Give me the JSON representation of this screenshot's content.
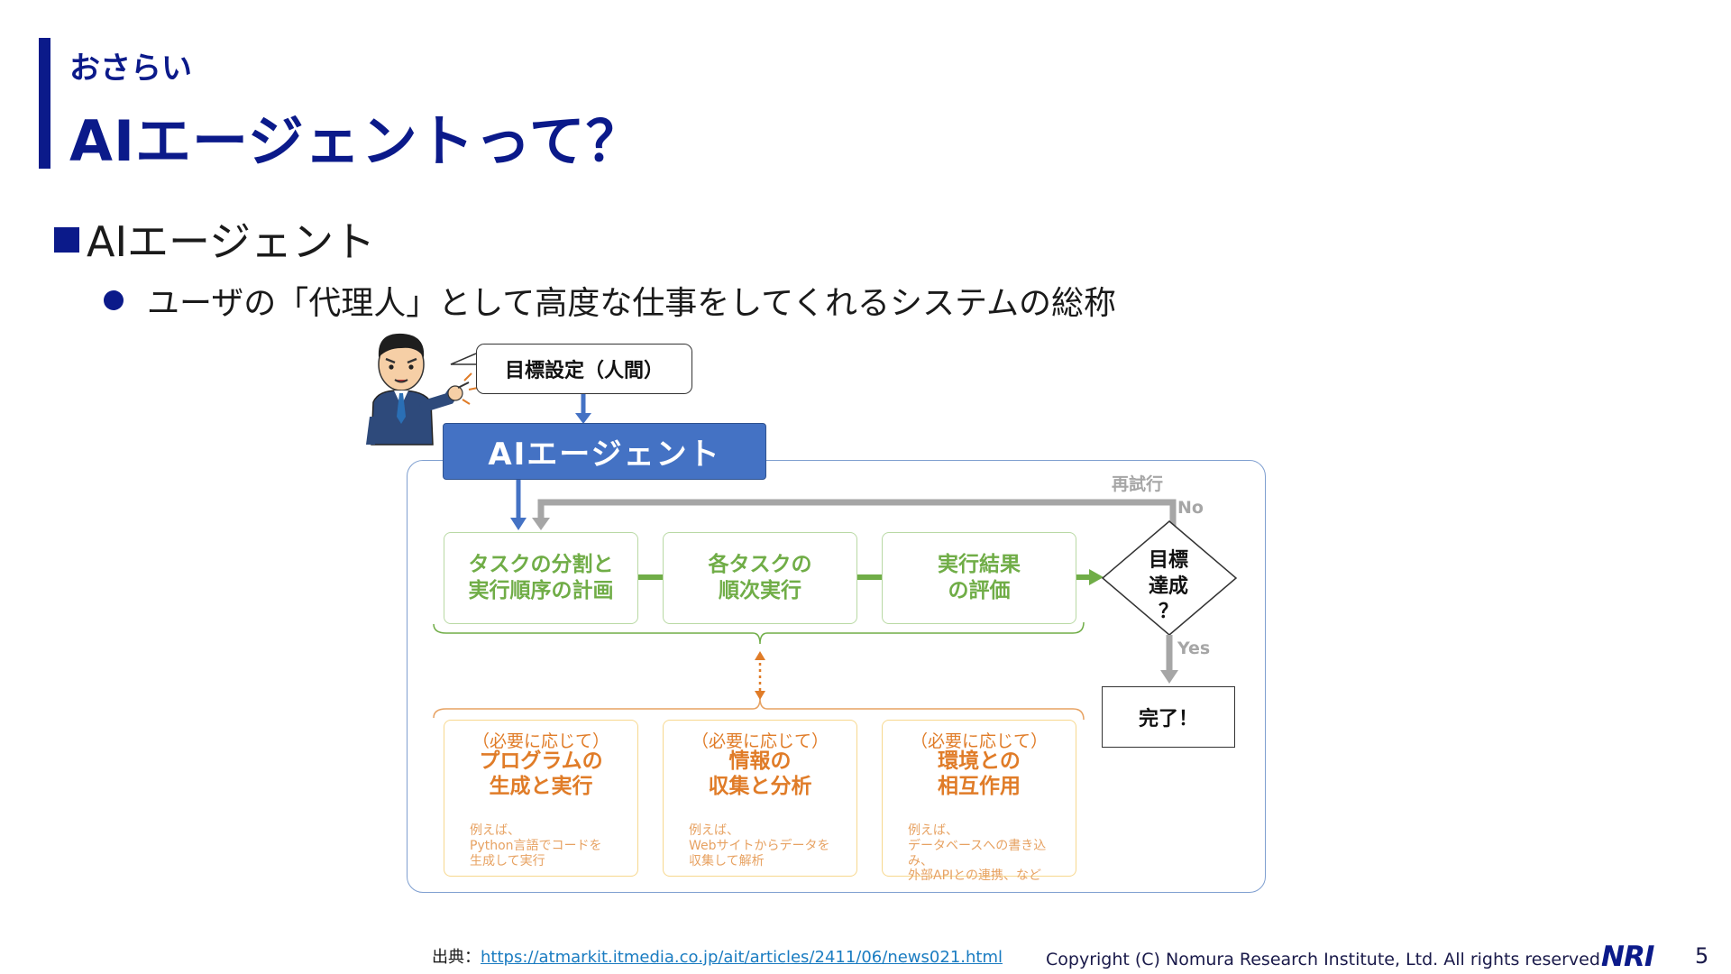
{
  "header": {
    "eyebrow": "おさらい",
    "title": "AIエージェントって？"
  },
  "bullets": {
    "level1": "AIエージェント",
    "level2": "ユーザの「代理人」として高度な仕事をしてくれるシステムの総称"
  },
  "diagram": {
    "goal_setting": "目標設定（人間）",
    "agent": "AIエージェント",
    "steps": [
      {
        "line1": "タスクの分割と",
        "line2": "実行順序の計画"
      },
      {
        "line1": "各タスクの",
        "line2": "順次実行"
      },
      {
        "line1": "実行結果",
        "line2": "の評価"
      }
    ],
    "decision": {
      "line1": "目標",
      "line2": "達成",
      "line3": "？"
    },
    "retry_label": "再試行",
    "no_label": "No",
    "yes_label": "Yes",
    "done": "完了！",
    "tools": [
      {
        "note": "（必要に応じて）",
        "name1": "プログラムの",
        "name2": "生成と実行",
        "eg1": "例えば、",
        "eg2": "Python言語でコードを",
        "eg3": "生成して実行"
      },
      {
        "note": "（必要に応じて）",
        "name1": "情報の",
        "name2": "収集と分析",
        "eg1": "例えば、",
        "eg2": "Webサイトからデータを",
        "eg3": "収集して解析"
      },
      {
        "note": "（必要に応じて）",
        "name1": "環境との",
        "name2": "相互作用",
        "eg1": "例えば、",
        "eg2": "データベースへの書き込み、",
        "eg3": "外部APIとの連携、など"
      }
    ],
    "colors": {
      "agent_blue": "#4472c4",
      "step_green": "#70ad47",
      "tool_orange": "#e07c28",
      "retry_gray": "#a6a6a6"
    }
  },
  "footer": {
    "source_prefix": "出典：",
    "source_url": "https://atmarkit.itmedia.co.jp/ait/articles/2411/06/news021.html",
    "copyright": "Copyright (C)   Nomura Research Institute, Ltd. All rights reserved.",
    "logo": "NRI",
    "page": "5"
  }
}
